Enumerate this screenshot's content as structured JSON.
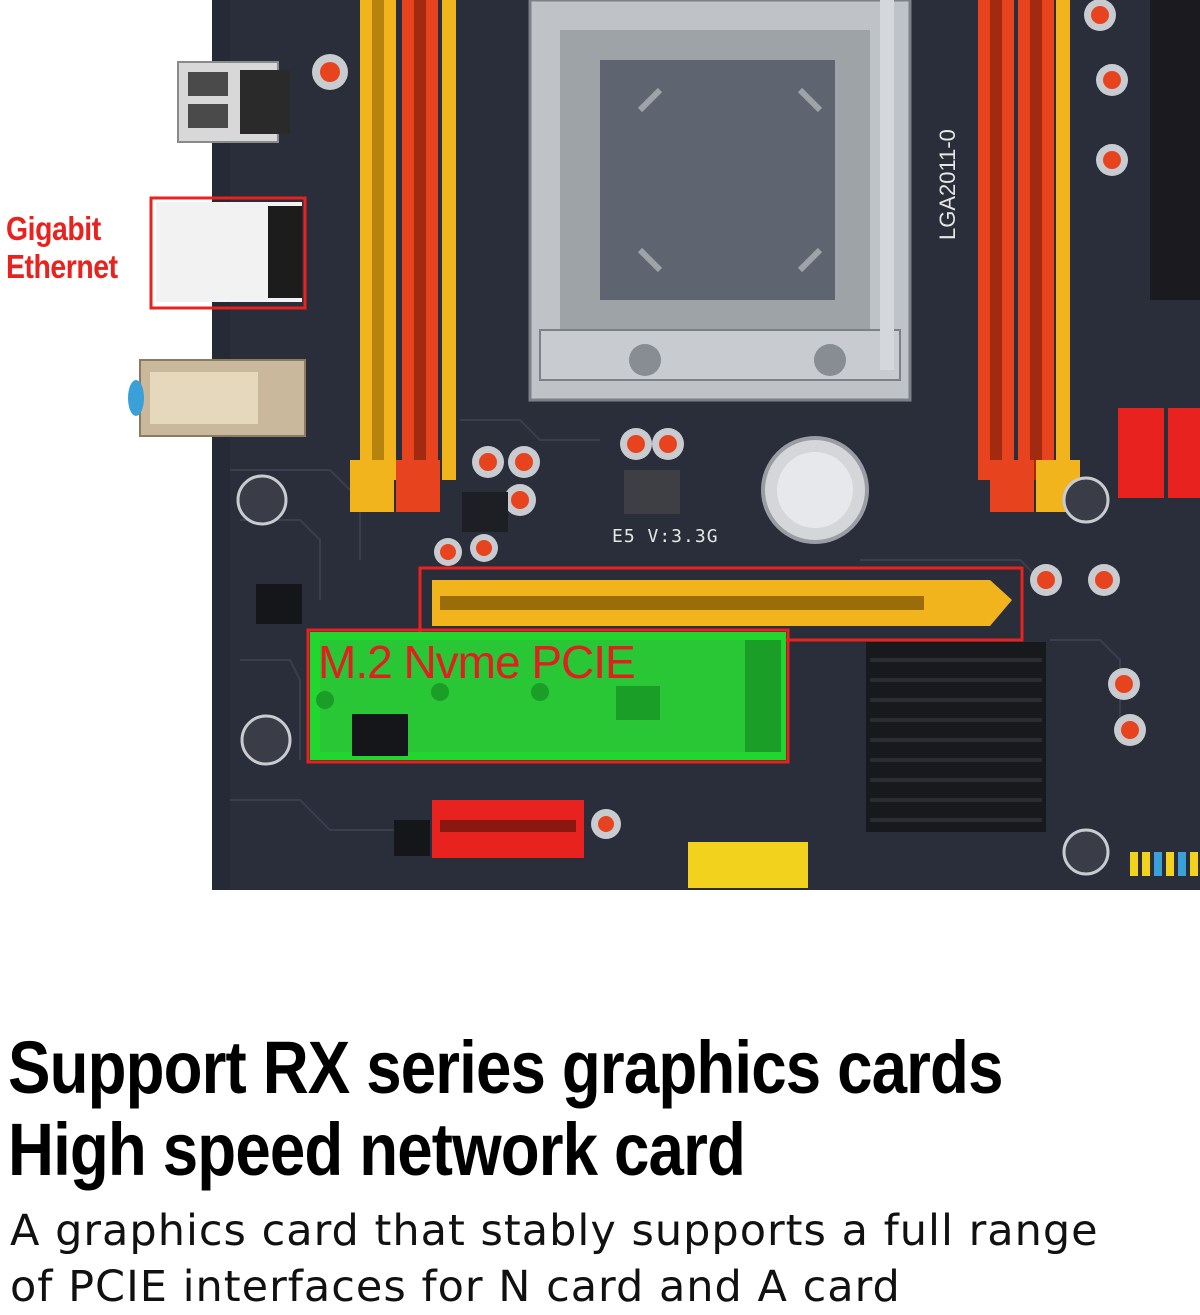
{
  "labels": {
    "ethernet_line1": "Gigabit",
    "ethernet_line2": "Ethernet",
    "m2": "M.2 Nvme PCIE"
  },
  "board_text": {
    "socket": "LGA2011-0",
    "cpu": "E5 V:3.3G"
  },
  "headline": {
    "line1": "Support RX series graphics cards",
    "line2": "High speed network card"
  },
  "description": {
    "line1": "A graphics card that stably supports a full range",
    "line2": "of PCIE interfaces for N card and A card"
  },
  "colors": {
    "board": "#2a2d3a",
    "dimm_yellow": "#f2b41c",
    "dimm_red": "#e8431f",
    "highlight_red": "#e8231f",
    "m2_green": "#22d630",
    "background": "#ffffff"
  }
}
